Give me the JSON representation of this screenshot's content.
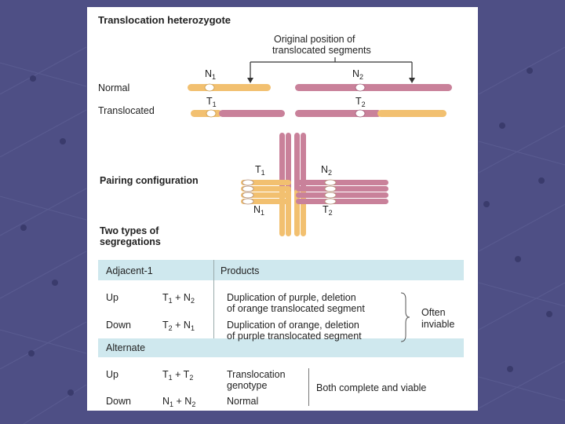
{
  "title": "Translocation heterozygote",
  "original_position_label": [
    "Original position of",
    "translocated segments"
  ],
  "rows": {
    "normal": "Normal",
    "translocated": "Translocated"
  },
  "chromosomes": {
    "n1": {
      "main": "N",
      "sub": "1"
    },
    "n2": {
      "main": "N",
      "sub": "2"
    },
    "t1": {
      "main": "T",
      "sub": "1"
    },
    "t2": {
      "main": "T",
      "sub": "2"
    }
  },
  "pairing_label": "Pairing configuration",
  "segregation_label": [
    "Two types of",
    "segregations"
  ],
  "table": {
    "adjacent_header": "Adjacent-1",
    "products_header": "Products",
    "alternate_header": "Alternate",
    "adjacent_rows": [
      {
        "dir": "Up",
        "combo": [
          "T",
          "1",
          " + N",
          "2"
        ],
        "product": [
          "Duplication of purple, deletion",
          "of orange translocated segment"
        ]
      },
      {
        "dir": "Down",
        "combo": [
          "T",
          "2",
          " + N",
          "1"
        ],
        "product": [
          "Duplication of orange, deletion",
          "of purple translocated segment"
        ]
      }
    ],
    "adjacent_note": [
      "Often",
      "inviable"
    ],
    "alternate_rows": [
      {
        "dir": "Up",
        "combo": [
          "T",
          "1",
          " + T",
          "2"
        ],
        "product": [
          "Translocation",
          "genotype"
        ]
      },
      {
        "dir": "Down",
        "combo": [
          "N",
          "1",
          " + N",
          "2"
        ],
        "product": [
          "Normal"
        ]
      }
    ],
    "alternate_note": "Both complete and viable"
  },
  "colors": {
    "background": "#4e4f85",
    "orange": "#f2c070",
    "purple": "#c9819a",
    "header_band": "#cfe8ee"
  }
}
